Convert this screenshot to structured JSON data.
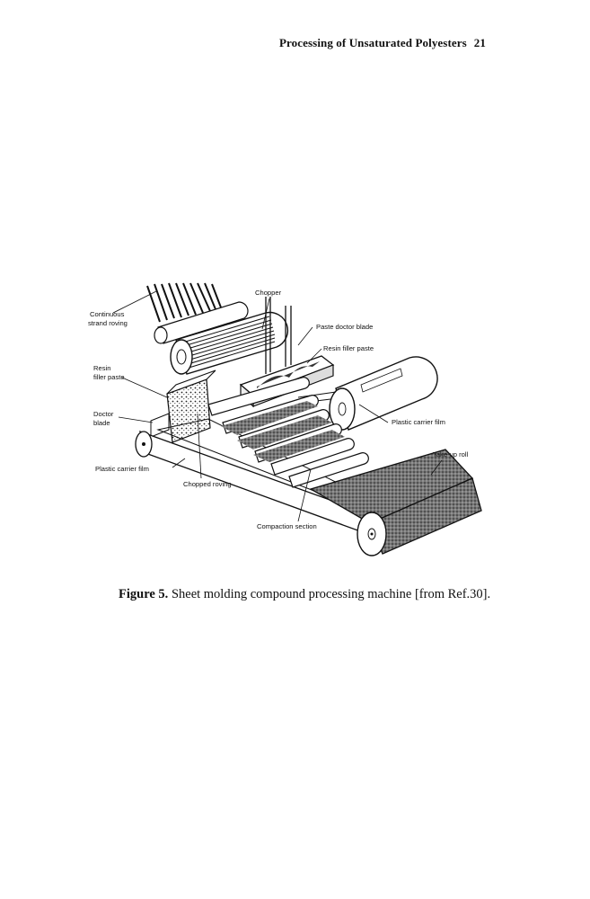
{
  "header": {
    "running_title": "Processing of Unsaturated Polyesters",
    "page_number": "21"
  },
  "figure": {
    "labels": {
      "continuous_1": "Continuous",
      "continuous_2": "strand roving",
      "chopper": "Chopper",
      "paste_doctor_blade": "Paste doctor blade",
      "resin_filler_paste_top": "Resin filler paste",
      "resin_1": "Resin",
      "resin_2": "filler paste",
      "doctor_1": "Doctor",
      "doctor_2": "blade",
      "plastic_carrier_film_right": "Plastic carrier film",
      "take_up_roll": "Take-up roll",
      "plastic_carrier_film_left": "Plastic carrier film",
      "chopped_roving": "Chopped roving",
      "compaction_section": "Compaction section"
    }
  },
  "caption": {
    "label": "Figure 5.",
    "text": "Sheet molding compound processing machine [from Ref.30]."
  }
}
